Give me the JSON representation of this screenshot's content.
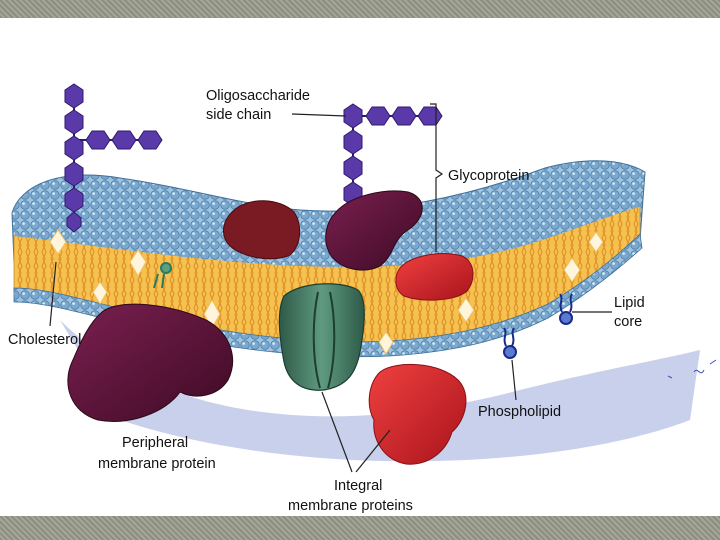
{
  "labels": {
    "oligosaccharide_line1": "Oligosaccharide",
    "oligosaccharide_line2": "side chain",
    "glycoprotein": "Glycoprotein",
    "cholesterol": "Cholesterol",
    "lipid_line1": "Lipid",
    "lipid_line2": "core",
    "phospholipid": "Phospholipid",
    "peripheral_line1": "Peripheral",
    "peripheral_line2": "membrane protein",
    "integral_line1": "Integral",
    "integral_line2": "membrane proteins"
  },
  "colors": {
    "head_blue": "#8fb7d8",
    "tail_orange": "#f2b640",
    "sugar_purple": "#5a3aa8",
    "protein_maroon": "#6a1838",
    "protein_darkred": "#7a1a22",
    "protein_red": "#d8262a",
    "channel_green": "#3a6e58",
    "shadow_blue": "#3a55b8"
  }
}
